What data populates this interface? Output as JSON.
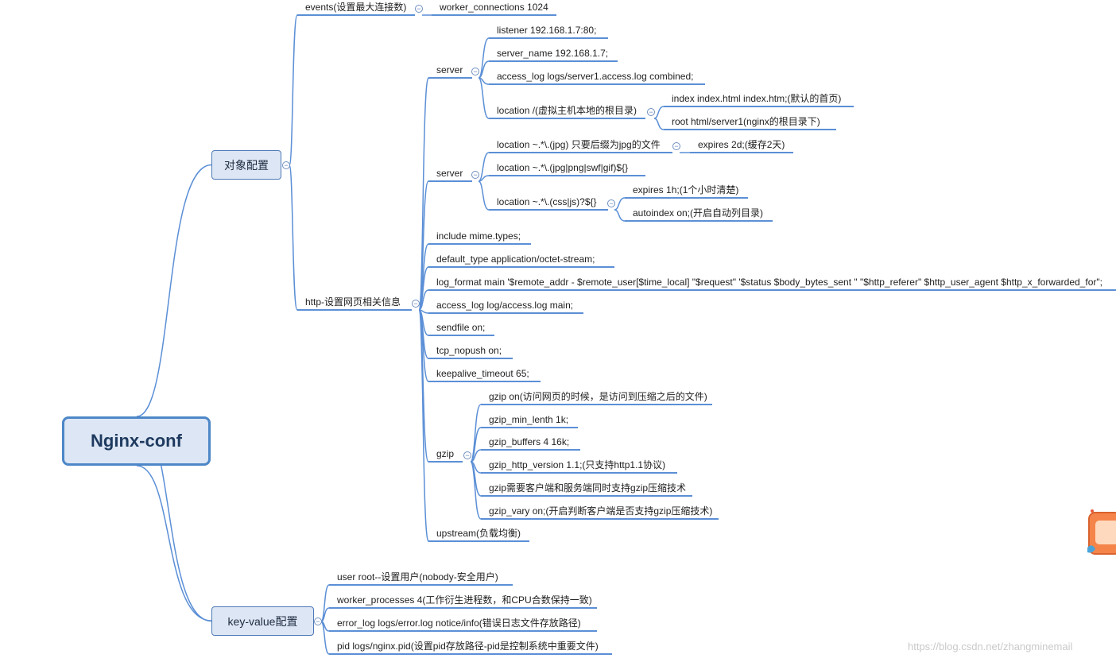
{
  "watermark": "https://blog.csdn.net/zhangminemail",
  "colors": {
    "line": "#5b8fd6",
    "box_fill": "#dde6f4",
    "box_border": "#4d79b8",
    "root_border": "#4d87c7"
  },
  "mindmap": {
    "root": "Nginx-conf",
    "children": [
      {
        "label": "对象配置",
        "children": [
          {
            "label": "events(设置最大连接数)",
            "children": [
              {
                "label": "worker_connections 1024"
              }
            ]
          },
          {
            "label": "http-设置网页相关信息",
            "children": [
              {
                "label": "server",
                "children": [
                  {
                    "label": "listener 192.168.1.7:80;"
                  },
                  {
                    "label": "server_name 192.168.1.7;"
                  },
                  {
                    "label": "access_log logs/server1.access.log combined;"
                  },
                  {
                    "label": "location /(虚拟主机本地的根目录)",
                    "children": [
                      {
                        "label": "index index.html index.htm;(默认的首页)"
                      },
                      {
                        "label": "root html/server1(nginx的根目录下)"
                      }
                    ]
                  }
                ]
              },
              {
                "label": "server",
                "children": [
                  {
                    "label": "location ~.*\\.(jpg) 只要后缀为jpg的文件",
                    "children": [
                      {
                        "label": "expires 2d;(缓存2天)"
                      }
                    ]
                  },
                  {
                    "label": "location ~.*\\.(jpg|png|swf|gif)${}"
                  },
                  {
                    "label": "location ~.*\\.(css|js)?${}",
                    "children": [
                      {
                        "label": "expires 1h;(1个小时清楚)"
                      },
                      {
                        "label": "autoindex on;(开启自动列目录)"
                      }
                    ]
                  }
                ]
              },
              {
                "label": "include mime.types;"
              },
              {
                "label": "default_type application/octet-stream;"
              },
              {
                "label": "log_format main '$remote_addr - $remote_user[$time_local] \"$request\" '$status $body_bytes_sent \" \"$http_referer\" $http_user_agent $http_x_forwarded_for\";"
              },
              {
                "label": "access_log log/access.log main;"
              },
              {
                "label": "sendfile on;"
              },
              {
                "label": "tcp_nopush on;"
              },
              {
                "label": "keepalive_timeout 65;"
              },
              {
                "label": "gzip",
                "children": [
                  {
                    "label": "gzip on(访问网页的时候，是访问到压缩之后的文件)"
                  },
                  {
                    "label": "gzip_min_lenth 1k;"
                  },
                  {
                    "label": "gzip_buffers 4 16k;"
                  },
                  {
                    "label": "gzip_http_version 1.1;(只支持http1.1协议)"
                  },
                  {
                    "label": "gzip需要客户端和服务端同时支持gzip压缩技术"
                  },
                  {
                    "label": "gzip_vary on;(开启判断客户端是否支持gzip压缩技术)"
                  }
                ]
              },
              {
                "label": "upstream(负载均衡)"
              }
            ]
          }
        ]
      },
      {
        "label": "key-value配置",
        "children": [
          {
            "label": "user root--设置用户(nobody-安全用户)"
          },
          {
            "label": "worker_processes 4(工作衍生进程数，和CPU合数保持一致)"
          },
          {
            "label": "error_log logs/error.log notice/info(错误日志文件存放路径)"
          },
          {
            "label": "pid logs/nginx.pid(设置pid存放路径-pid是控制系统中重要文件)"
          }
        ]
      }
    ]
  }
}
